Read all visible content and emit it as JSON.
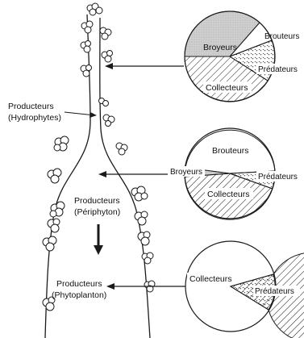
{
  "figure": {
    "river_labels": [
      {
        "line1": "Producteurs",
        "line2": "(Hydrophytes)"
      },
      {
        "line1": "Producteurs",
        "line2": "(Périphyton)"
      },
      {
        "line1": "Producteurs",
        "line2": "(Phytoplanton)"
      }
    ],
    "pies": [
      {
        "level": "upstream",
        "groups": [
          "Broyeurs",
          "Brouteurs",
          "Prédateurs",
          "Collecteurs"
        ]
      },
      {
        "level": "middle",
        "groups": [
          "Brouteurs",
          "Broyeurs",
          "Prédateurs",
          "Collecteurs"
        ]
      },
      {
        "level": "downstream",
        "groups": [
          "Collecteurs",
          "Prédateurs"
        ]
      }
    ],
    "colors": {
      "line": "#1a1a1a",
      "broyeurs_fill": "#c8c8c8",
      "background": "#ffffff"
    }
  }
}
